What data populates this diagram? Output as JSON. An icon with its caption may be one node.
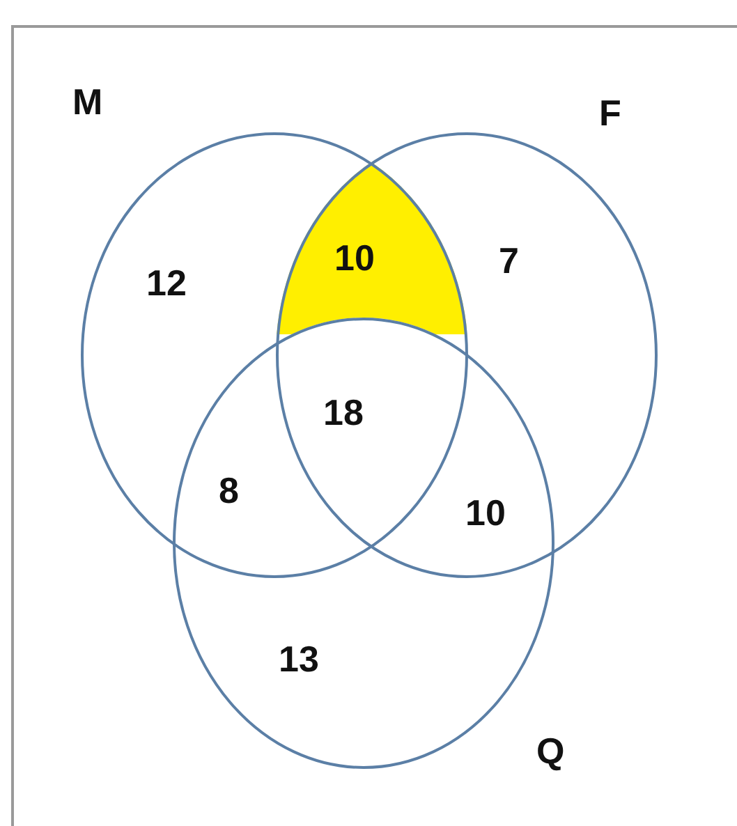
{
  "diagram": {
    "nodes": [
      {
        "text": [
          "M"
        ]
      },
      {
        "text": [
          "F"
        ]
      },
      {
        "text": [
          "Q"
        ]
      },
      {
        "text": [
          "10"
        ]
      }
    ],
    "edges": [],
    "labels": [
      "12",
      "7",
      "18",
      "8",
      "10",
      "13"
    ]
  }
}
